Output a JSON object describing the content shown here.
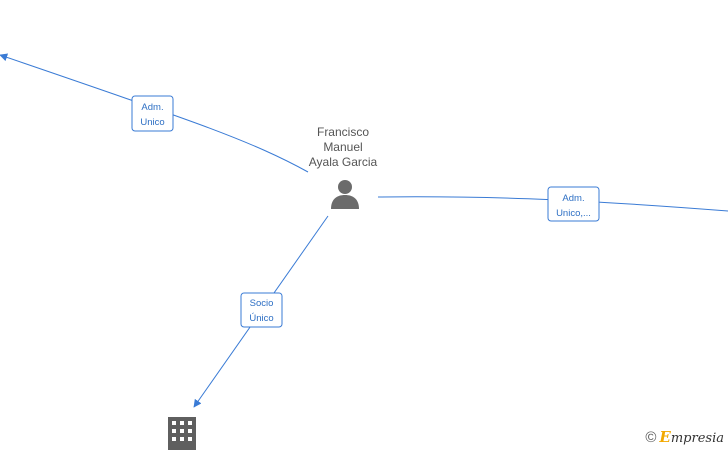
{
  "nodes": {
    "person": {
      "name_lines": [
        "Francisco",
        "Manuel",
        "Ayala Garcia"
      ],
      "icon": "person-icon"
    },
    "company": {
      "icon": "building-icon"
    }
  },
  "edges": [
    {
      "id": "edge-left",
      "label_lines": [
        "Adm.",
        "Unico"
      ]
    },
    {
      "id": "edge-right",
      "label_lines": [
        "Adm.",
        "Unico,..."
      ]
    },
    {
      "id": "edge-down",
      "label_lines": [
        "Socio",
        "Único"
      ]
    }
  ],
  "watermark": {
    "copyright": "©",
    "brand_first": "E",
    "brand_rest": "mpresia"
  },
  "colors": {
    "edge": "#3a7bd5",
    "label_text": "#2d6fc4",
    "icon": "#6b6b6b",
    "brand_accent": "#f2a900"
  }
}
